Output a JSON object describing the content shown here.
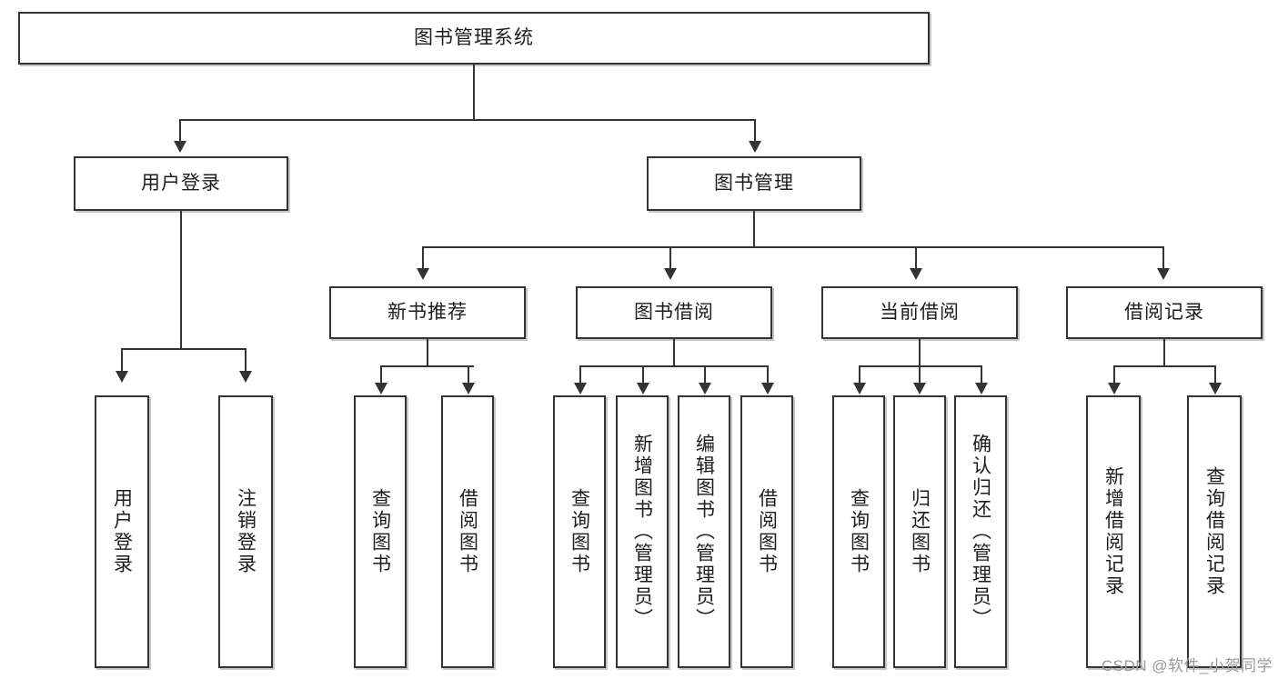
{
  "diagram": {
    "title": "图书管理系统",
    "type": "tree-hierarchy-diagram",
    "root": {
      "id": "root",
      "label": "图书管理系统"
    },
    "level2": [
      {
        "id": "user-login",
        "label": "用户登录"
      },
      {
        "id": "book-manage",
        "label": "图书管理"
      }
    ],
    "level3": [
      {
        "id": "new-book-rec",
        "label": "新书推荐"
      },
      {
        "id": "book-borrow",
        "label": "图书借阅"
      },
      {
        "id": "current-borrow",
        "label": "当前借阅"
      },
      {
        "id": "borrow-record",
        "label": "借阅记录"
      }
    ],
    "leaves": {
      "user_login": [
        {
          "id": "leaf-user-login",
          "label": "用户登录"
        },
        {
          "id": "leaf-logout-login",
          "label": "注销登录"
        }
      ],
      "new_book_rec": [
        {
          "id": "leaf-query-book-1",
          "label": "查询图书"
        },
        {
          "id": "leaf-borrow-book-1",
          "label": "借阅图书"
        }
      ],
      "book_borrow": [
        {
          "id": "leaf-query-book-2",
          "label": "查询图书"
        },
        {
          "id": "leaf-add-book",
          "label": "新增图书（管理员）"
        },
        {
          "id": "leaf-edit-book",
          "label": "编辑图书（管理员）"
        },
        {
          "id": "leaf-borrow-book-2",
          "label": "借阅图书"
        }
      ],
      "current_borrow": [
        {
          "id": "leaf-query-book-3",
          "label": "查询图书"
        },
        {
          "id": "leaf-return-book",
          "label": "归还图书"
        },
        {
          "id": "leaf-confirm-return",
          "label": "确认归还（管理员）"
        }
      ],
      "borrow_record": [
        {
          "id": "leaf-add-record",
          "label": "新增借阅记录"
        },
        {
          "id": "leaf-query-record",
          "label": "查询借阅记录"
        }
      ]
    }
  },
  "watermark": {
    "text": "CSDN @软件_小贺同学"
  },
  "colors": {
    "stroke": "#333333",
    "background": "#ffffff",
    "text": "#1d1d1d",
    "watermark": "#9b9b9b"
  }
}
